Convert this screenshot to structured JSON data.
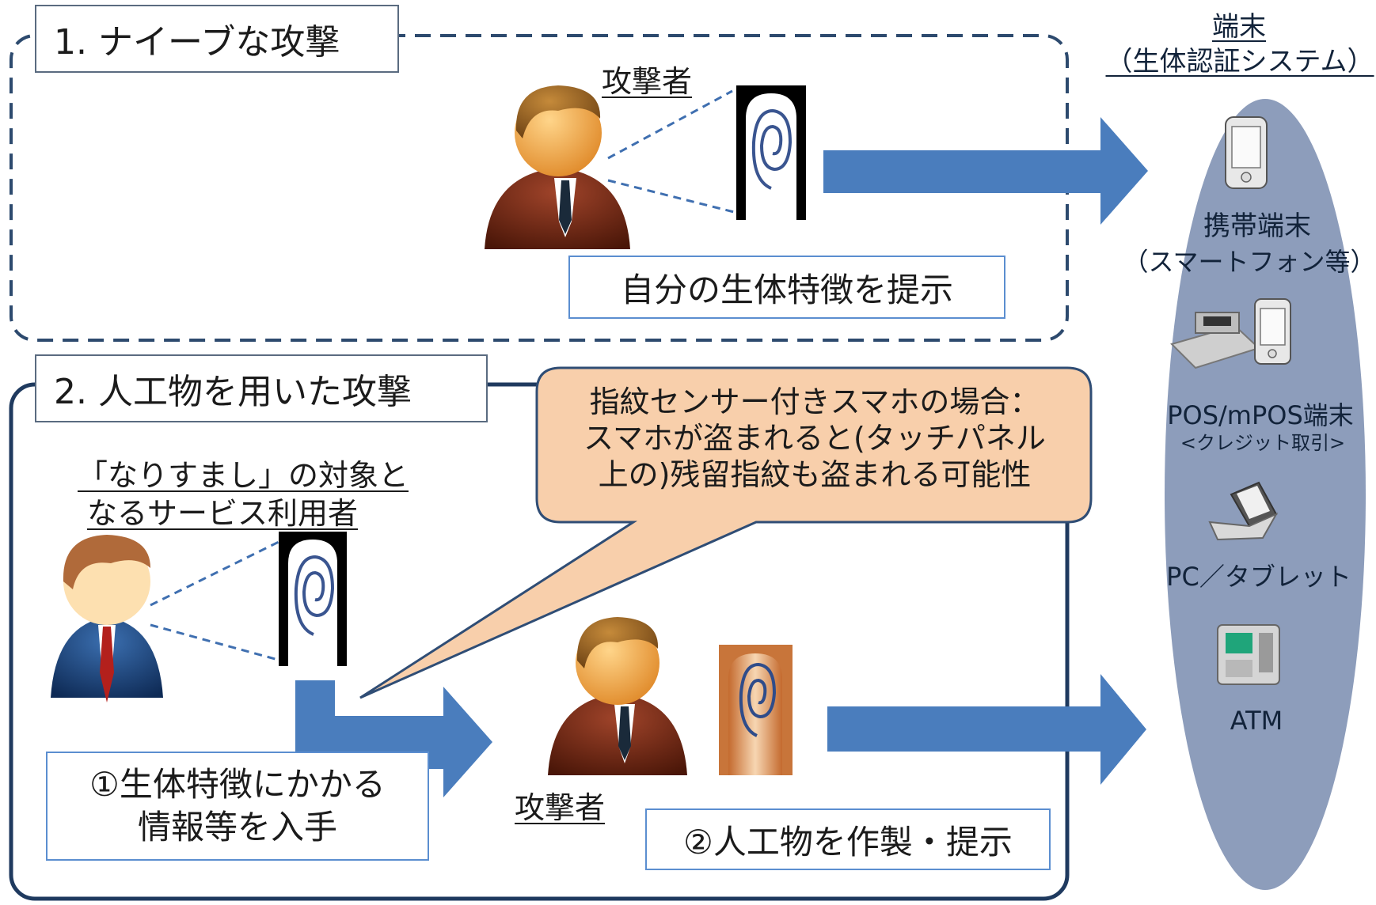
{
  "section1": {
    "title": "1. ナイーブな攻撃",
    "attacker_label": "攻撃者",
    "caption": "自分の生体特徴を提示"
  },
  "section2": {
    "title": "2. 人工物を用いた攻撃",
    "victim_label_line1": "「なりすまし」の対象と",
    "victim_label_line2": "なるサービス利用者",
    "attacker_label": "攻撃者",
    "step1_line1": "①生体特徴にかかる",
    "step1_line2": "情報等を入手",
    "step2": "②人工物を作製・提示",
    "callout_line1": "指紋センサー付きスマホの場合：",
    "callout_line2": "スマホが盗まれると(タッチパネル",
    "callout_line3": "上の)残留指紋も盗まれる可能性"
  },
  "terminal": {
    "header_line1": "端末",
    "header_line2": "（生体認証システム）",
    "items": [
      {
        "label": "携帯端末",
        "sublabel": "（スマートフォン等）",
        "icon": "smartphone-icon"
      },
      {
        "label": "POS/mPOS端末",
        "sublabel": "<クレジット取引>",
        "icon": "pos-terminal-icon"
      },
      {
        "label": "PC／タブレット",
        "sublabel": "",
        "icon": "laptop-icon"
      },
      {
        "label": "ATM",
        "sublabel": "",
        "icon": "atm-icon"
      }
    ]
  },
  "colors": {
    "arrow_blue": "#4a7dbd",
    "ellipse": "#8d9dbb",
    "callout_fill": "#f8cfab",
    "frame": "#1f3a5f"
  }
}
